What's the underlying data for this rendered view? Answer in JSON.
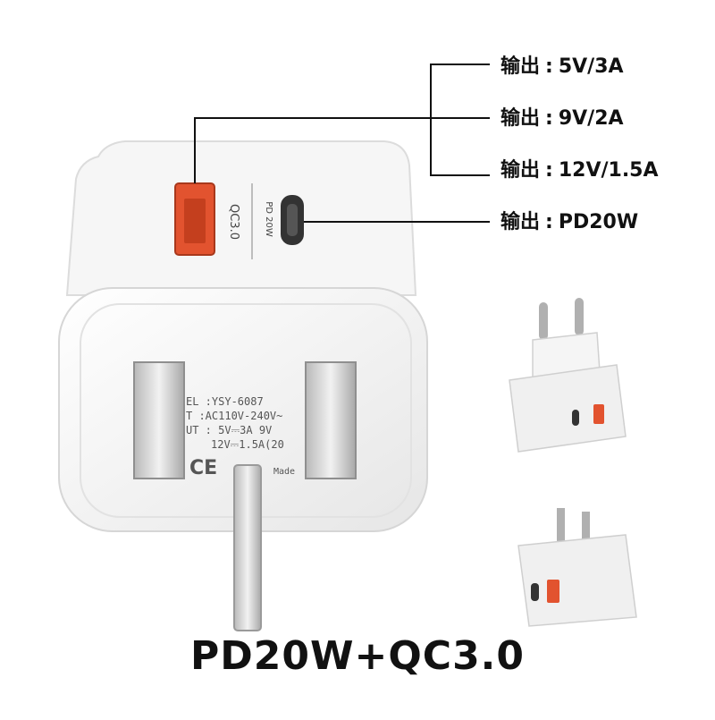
{
  "specs": [
    {
      "label": "输出",
      "value": "5V/3A"
    },
    {
      "label": "输出",
      "value": "9V/2A"
    },
    {
      "label": "输出",
      "value": "12V/1.5A"
    },
    {
      "label": "输出",
      "value": "PD20W"
    }
  ],
  "spec_separator": ":",
  "caption": "PD20W+QC3.0",
  "device": {
    "port_label_qc": "QC3.0",
    "port_label_pd": "PD 20W",
    "label_line1": "EL :YSY-6087",
    "label_line2": "T :AC110V-240V~",
    "label_line3": "UT : 5V⎓3A 9V",
    "label_line4": "12V⎓1.5A(20",
    "label_mark": "Made",
    "ce_mark": "CE"
  },
  "colors": {
    "body": "#f4f4f4",
    "usb_a_port": "#e2532f",
    "text": "#111111",
    "leader_line": "#111111"
  }
}
